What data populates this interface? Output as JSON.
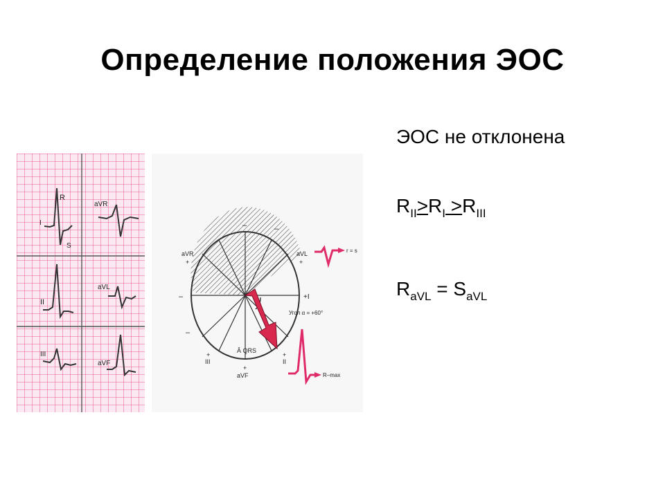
{
  "slide": {
    "title": "Определение положения ЭОС"
  },
  "text": {
    "line1": "ЭОС не отклонена",
    "line2": {
      "r1": "R",
      "r1_sub": "II",
      "op1": ">",
      "r2": "R",
      "r2_sub": "I",
      "op2": " >",
      "r3": "R",
      "r3_sub": "III"
    },
    "line3": {
      "r": "R",
      "r_sub": "aVL",
      "eq": " = ",
      "s": "S",
      "s_sub": "aVL"
    }
  },
  "figure": {
    "ecg_leads": [
      "I",
      "II",
      "III",
      "aVR",
      "aVL",
      "aVF"
    ],
    "ecg_wave_labels": {
      "r": "R",
      "s": "S"
    },
    "circle_labels": {
      "top_minus": "–",
      "avr": "aVR",
      "avr_sign": "+",
      "avl": "aVL",
      "avl_sign": "+",
      "left_minus": "–",
      "plus_i": "+I",
      "left_lower_minus": "–",
      "lower_right_minus": "–",
      "iii": "III",
      "iii_sign": "+",
      "ii": "II",
      "ii_sign": "+",
      "avf": "aVF",
      "avf_sign": "+",
      "qrs": "Â QRS",
      "angle": "Угол α = +60°",
      "r_eq_s": "r = s",
      "r_max": "R–max"
    },
    "colors": {
      "grid": "#e0307a",
      "arrow": "#d8284e",
      "hatch": "#333333"
    }
  }
}
